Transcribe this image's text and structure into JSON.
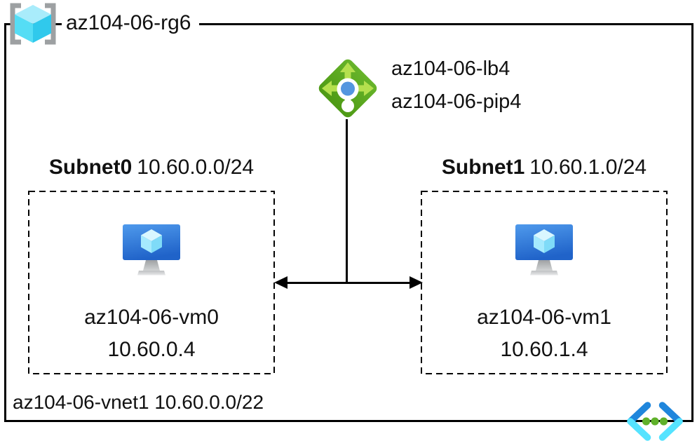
{
  "diagram": {
    "resource_group": {
      "name": "az104-06-rg6"
    },
    "load_balancer": {
      "name": "az104-06-lb4",
      "public_ip": "az104-06-pip4"
    },
    "subnets": [
      {
        "name": "Subnet0",
        "cidr": "10.60.0.0/24",
        "vm_name": "az104-06-vm0",
        "vm_ip": "10.60.0.4"
      },
      {
        "name": "Subnet1",
        "cidr": "10.60.1.0/24",
        "vm_name": "az104-06-vm1",
        "vm_ip": "10.60.1.4"
      }
    ],
    "vnet": {
      "label": "az104-06-vnet1 10.60.0.0/22"
    }
  },
  "icons": {
    "resource_group": "resource-group-icon",
    "load_balancer": "load-balancer-icon",
    "virtual_machine": "vm-icon",
    "virtual_network": "virtual-network-icon"
  },
  "colors": {
    "line": "#000000",
    "text": "#111111",
    "rg_bracket_gray": "#9DA0A2",
    "rg_cube_cyan": "#55DDF5",
    "lb_diamond_green": "#58A51D",
    "lb_arrow_green": "#B5E04E",
    "lb_center_blue": "#5496DF",
    "vm_screen_blue_top": "#4F9AEC",
    "vm_screen_blue_bottom": "#2063C9",
    "vm_cube_cyan": "#A5EAFE",
    "vm_stand_gray": "#C0C2C4",
    "vnet_chevron_blue": "#1F86DC",
    "vnet_chevron_cyan": "#55E3FF",
    "vnet_dot_green": "#5FB12A"
  }
}
